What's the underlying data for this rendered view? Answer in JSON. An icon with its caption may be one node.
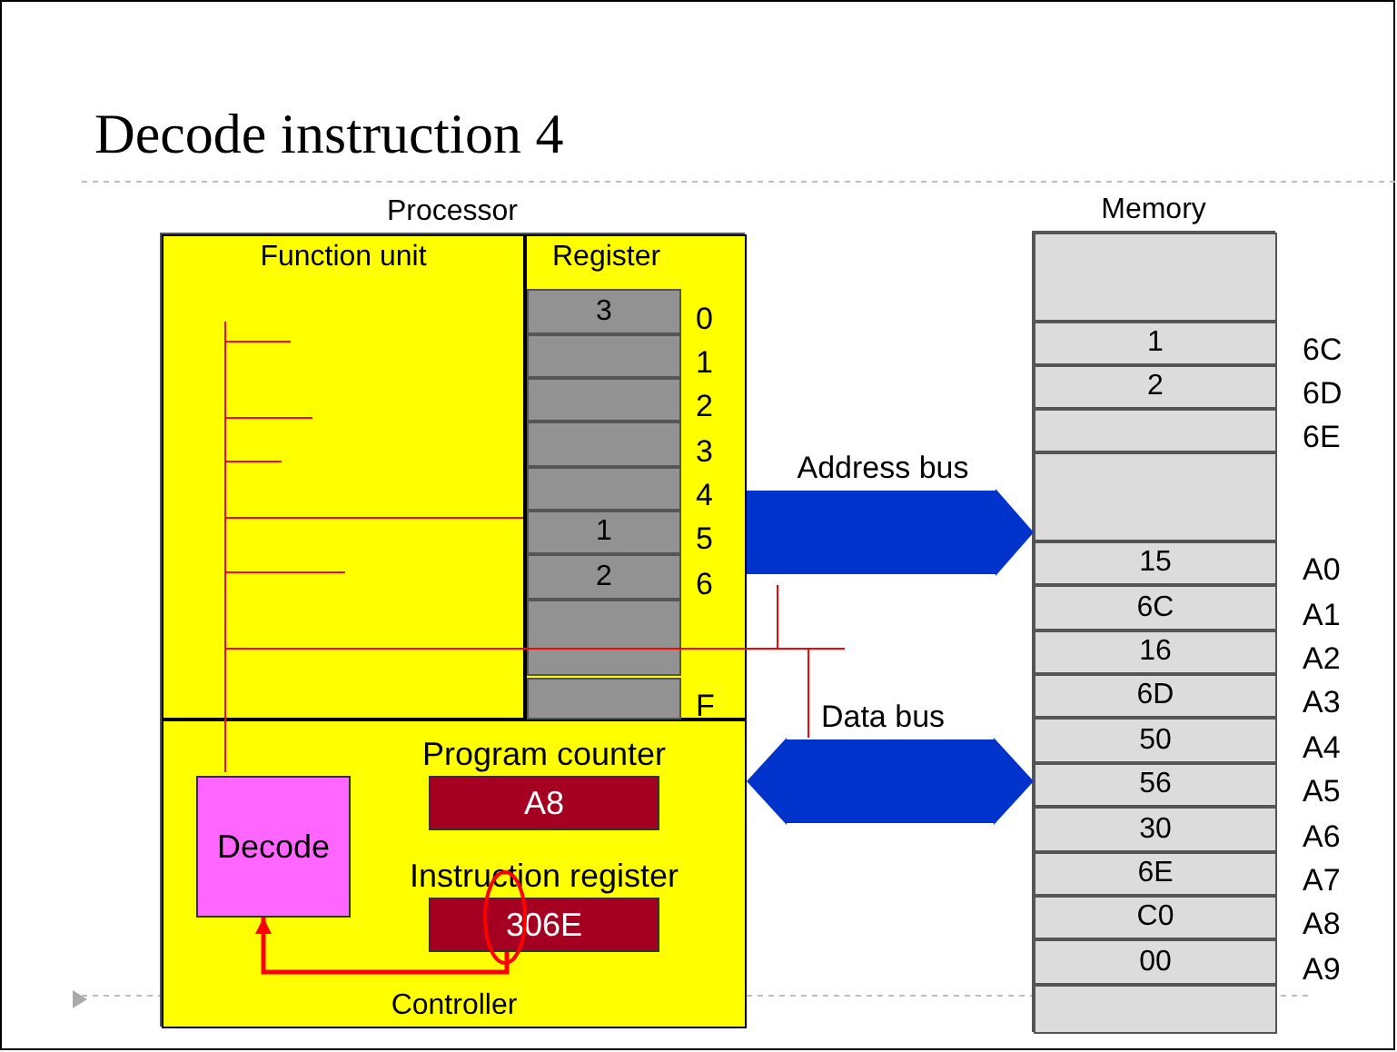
{
  "diagram": {
    "title": "Decode instruction 4",
    "nodes": [
      {
        "text": [
          "Processor"
        ]
      },
      {
        "text": [
          "Function unit"
        ],
        "in": 0
      },
      {
        "text": [
          "Register"
        ],
        "in": 0
      },
      {
        "text": [
          "3"
        ],
        "in": 2,
        "beside": [
          "0"
        ]
      },
      {
        "text": [],
        "shape": "box",
        "in": 2,
        "beside": [
          "1"
        ]
      },
      {
        "text": [],
        "shape": "box",
        "in": 2,
        "beside": [
          "2"
        ]
      },
      {
        "text": [],
        "shape": "box",
        "in": 2,
        "beside": [
          "3"
        ]
      },
      {
        "text": [],
        "shape": "box",
        "in": 2,
        "beside": [
          "4"
        ]
      },
      {
        "text": [
          "1"
        ],
        "in": 2,
        "beside": [
          "5"
        ]
      },
      {
        "text": [
          "2"
        ],
        "in": 2,
        "beside": [
          "6"
        ]
      },
      {
        "text": [],
        "shape": "box",
        "in": 2
      },
      {
        "text": [],
        "shape": "box",
        "in": 2,
        "beside": [
          "F"
        ]
      },
      {
        "text": [
          "Controller"
        ],
        "in": 0
      },
      {
        "text": [
          "Decode"
        ],
        "in": 12
      },
      {
        "text": [
          "Program counter",
          "A8"
        ],
        "in": 12
      },
      {
        "text": [
          "Instruction register",
          "306E"
        ],
        "in": 12
      },
      {
        "text": [
          "Memory"
        ]
      },
      {
        "text": [],
        "shape": "box",
        "in": 16
      },
      {
        "text": [
          "1"
        ],
        "in": 16,
        "beside": [
          "6C"
        ]
      },
      {
        "text": [
          "2"
        ],
        "in": 16,
        "beside": [
          "6D"
        ]
      },
      {
        "text": [],
        "shape": "box",
        "in": 16,
        "beside": [
          "6E"
        ]
      },
      {
        "text": [],
        "shape": "box",
        "in": 16
      },
      {
        "text": [
          "15"
        ],
        "in": 16,
        "beside": [
          "A0"
        ]
      },
      {
        "text": [
          "6C"
        ],
        "in": 16,
        "beside": [
          "A1"
        ]
      },
      {
        "text": [
          "16"
        ],
        "in": 16,
        "beside": [
          "A2"
        ]
      },
      {
        "text": [
          "6D"
        ],
        "in": 16,
        "beside": [
          "A3"
        ]
      },
      {
        "text": [
          "50"
        ],
        "in": 16,
        "beside": [
          "A4"
        ]
      },
      {
        "text": [
          "56"
        ],
        "in": 16,
        "beside": [
          "A5"
        ]
      },
      {
        "text": [
          "30"
        ],
        "in": 16,
        "beside": [
          "A6"
        ]
      },
      {
        "text": [
          "6E"
        ],
        "in": 16,
        "beside": [
          "A7"
        ]
      },
      {
        "text": [
          "C0"
        ],
        "in": 16,
        "beside": [
          "A8"
        ]
      },
      {
        "text": [
          "00"
        ],
        "in": 16,
        "beside": [
          "A9"
        ]
      },
      {
        "text": [],
        "shape": "box",
        "in": 16
      }
    ],
    "edges": [
      {
        "from": 15,
        "to": 13,
        "arrow": "to",
        "color": "#ff0000"
      },
      {
        "from": 2,
        "to": 21,
        "arrow": "to",
        "label": "Address bus",
        "color": "#0033cc"
      },
      {
        "from": 12,
        "to": 27,
        "arrow": "both",
        "label": "Data bus",
        "color": "#0033cc"
      }
    ]
  }
}
